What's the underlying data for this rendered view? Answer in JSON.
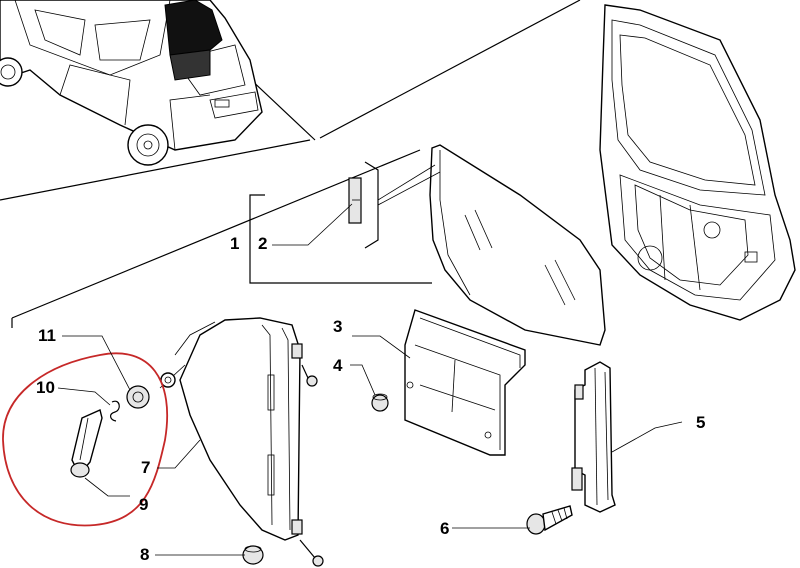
{
  "callouts": {
    "c1": "1",
    "c2": "2",
    "c3": "3",
    "c4": "4",
    "c5": "5",
    "c6": "6",
    "c7": "7",
    "c8": "8",
    "c9": "9",
    "c10": "10",
    "c11": "11"
  },
  "colors": {
    "highlight": "#c62828",
    "ink": "#000000"
  }
}
